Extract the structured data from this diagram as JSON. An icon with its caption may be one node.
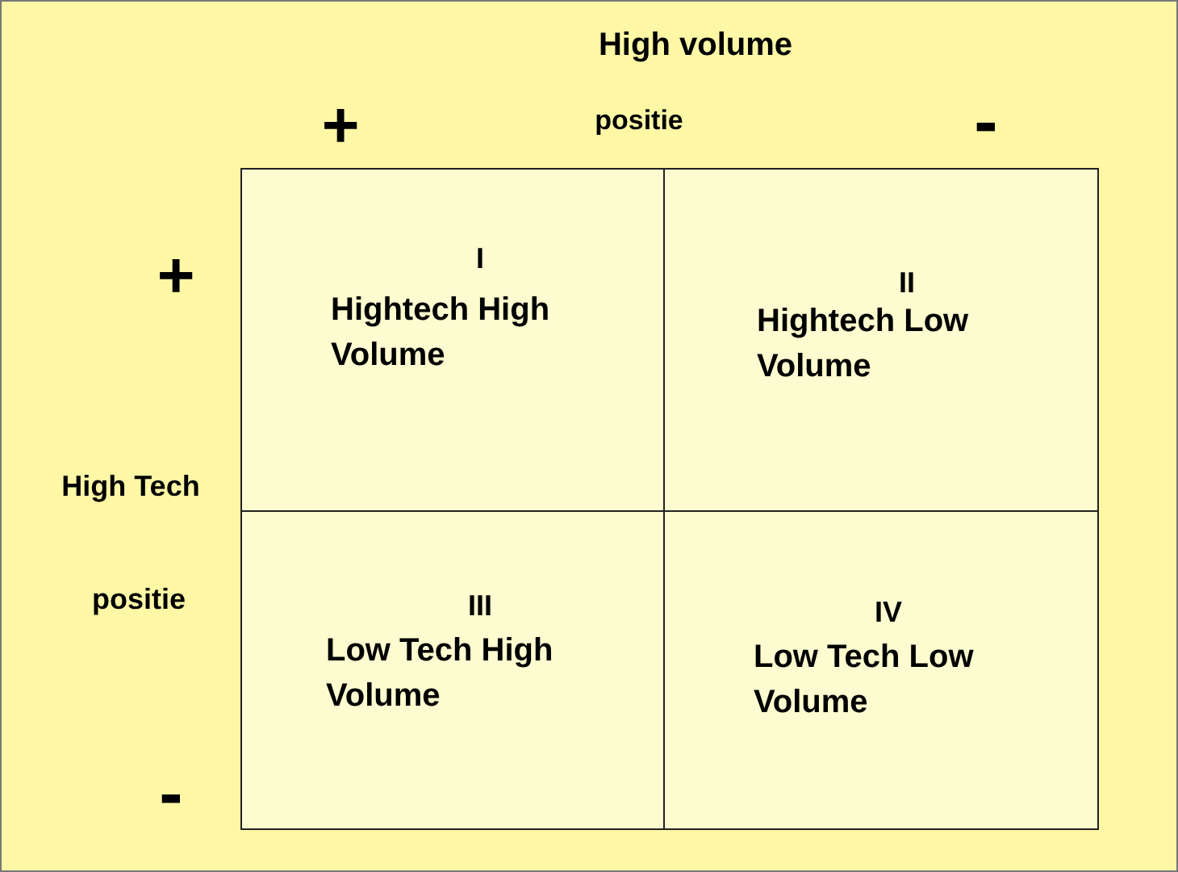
{
  "diagram": {
    "nodes": [
      {
        "text": [
          "I",
          "Hightech High Volume"
        ]
      },
      {
        "text": [
          "II",
          "Hightech Low Volume"
        ]
      },
      {
        "text": [
          "III",
          "Low Tech High Volume"
        ]
      },
      {
        "text": [
          "IV",
          "Low Tech Low Volume"
        ]
      }
    ],
    "edges": [],
    "labels": [
      "High volume",
      "+",
      "positie",
      "-",
      "+",
      "High Tech",
      "positie",
      "-"
    ]
  }
}
